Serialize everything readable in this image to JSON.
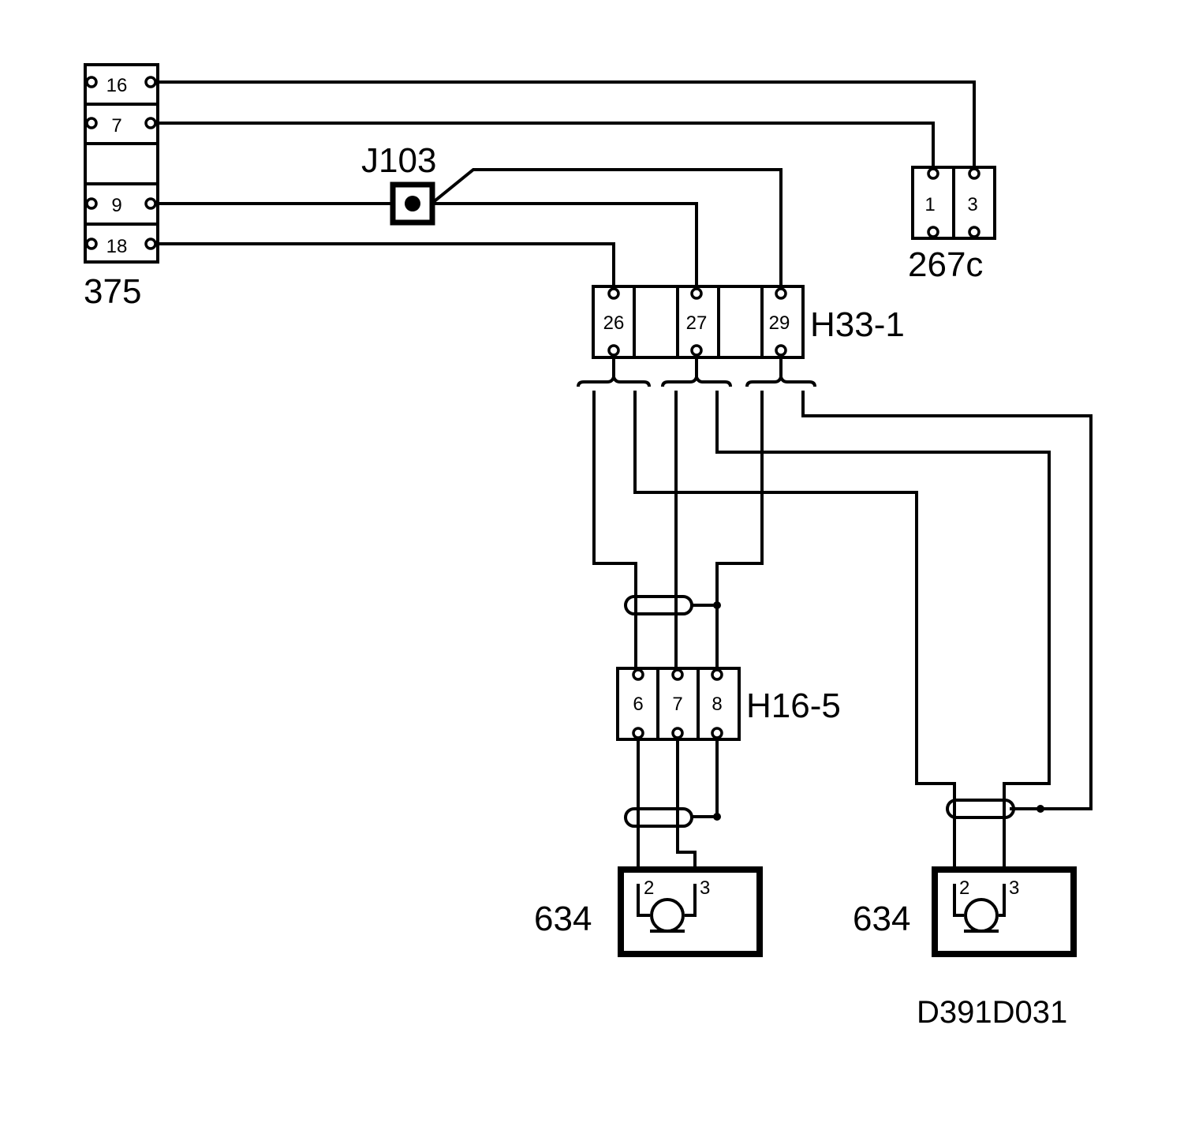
{
  "components": {
    "c375": {
      "label": "375",
      "pins": [
        "16",
        "7",
        "9",
        "18"
      ]
    },
    "j103": {
      "label": "J103"
    },
    "c267c": {
      "label": "267c",
      "pins": [
        "1",
        "3"
      ]
    },
    "h33_1": {
      "label": "H33-1",
      "pins": [
        "26",
        "27",
        "29"
      ]
    },
    "h16_5": {
      "label": "H16-5",
      "pins": [
        "6",
        "7",
        "8"
      ]
    },
    "sensor_left": {
      "label": "634",
      "pins": [
        "2",
        "3"
      ]
    },
    "sensor_right": {
      "label": "634",
      "pins": [
        "2",
        "3"
      ]
    }
  },
  "drawing_ref": "D391D031"
}
